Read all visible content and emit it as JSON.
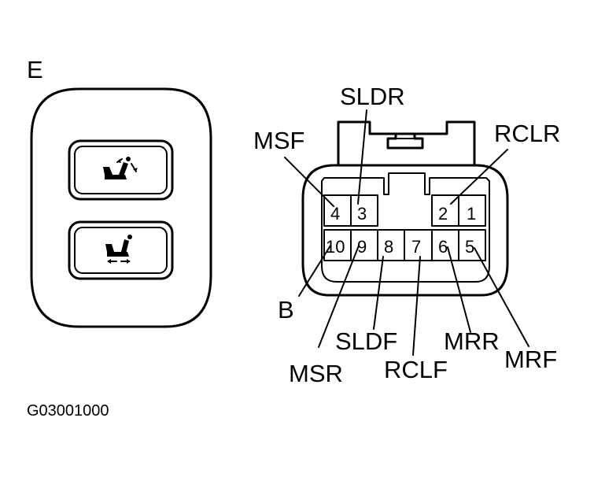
{
  "view_label": "E",
  "figure_code": "G03001000",
  "pins": [
    "1",
    "2",
    "3",
    "4",
    "5",
    "6",
    "7",
    "8",
    "9",
    "10"
  ],
  "wire_labels": {
    "sldr": "SLDR",
    "msf": "MSF",
    "rclr": "RCLR",
    "b": "B",
    "msr": "MSR",
    "sldf": "SLDF",
    "rclf": "RCLF",
    "mrr": "MRR",
    "mrf": "MRF"
  },
  "icons": [
    "seat-recline-icon",
    "seat-slide-icon"
  ]
}
